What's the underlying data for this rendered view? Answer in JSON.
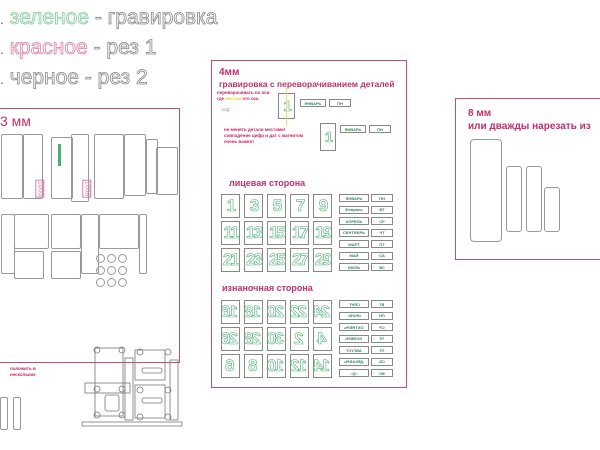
{
  "legend": [
    {
      "bullet": ".",
      "color_word": "зеленое",
      "rest": " - гравировка",
      "color": "#7fc8a0"
    },
    {
      "bullet": ".",
      "color_word": "красное",
      "rest": " - рез 1",
      "color": "#d9809f"
    },
    {
      "bullet": ".",
      "color_word": "черное",
      "rest": " - рез 2",
      "color": "#888888"
    }
  ],
  "left_panel": {
    "title": "3 мм",
    "engrave_label": "1000"
  },
  "small_note": "положить в нескольких",
  "center": {
    "thickness": "4мм",
    "title": "гравировка с переворачиванием деталей",
    "flip_note": "переворачивать по оси",
    "flip_note2_pre": "где",
    "flip_note2_hl": "желтая",
    "flip_note2_post": "это ось",
    "warning": "не менять детали местами! совпадение цифр и дат с магнитом очень важно!",
    "sample_month": "ЯНВАРЬ",
    "sample_day": "ПН",
    "sample_digit": "1",
    "front_title": "лицевая сторона",
    "front_numbers": [
      "1",
      "3",
      "5",
      "7",
      "9",
      "11",
      "13",
      "15",
      "17",
      "19",
      "21",
      "23",
      "25",
      "27",
      "29"
    ],
    "front_months": [
      "ЯНВАРЬ",
      "Февраль",
      "АПРЕЛЬ",
      "СЕНТЯБРЬ",
      "МАРТ",
      "МАЙ",
      "ИЮЛЬ"
    ],
    "front_days": [
      "ПН",
      "ВТ",
      "СР",
      "ЧТ",
      "ПТ",
      "СБ",
      "ВС"
    ],
    "back_title": "изнаночная сторона",
    "back_numbers": [
      "16",
      "18",
      "20",
      "22",
      "24",
      "26",
      "28",
      "30",
      "2",
      "4",
      "6",
      "8",
      "10",
      "12",
      "14"
    ],
    "back_months": [
      "СЕНТ",
      "ИЮНЬ",
      "ОКТЯБРЬ",
      "НОЯБРЬ",
      "АВГУСТ",
      "ДЕКАБРЬ",
      "○◎○"
    ],
    "back_days": [
      "ВТ",
      "ПН",
      "СР",
      "ЧТ",
      "ПТ",
      "СБ",
      "ВС"
    ]
  },
  "right_panel": {
    "thickness": "8 мм",
    "title": "или дважды нарезать из"
  }
}
